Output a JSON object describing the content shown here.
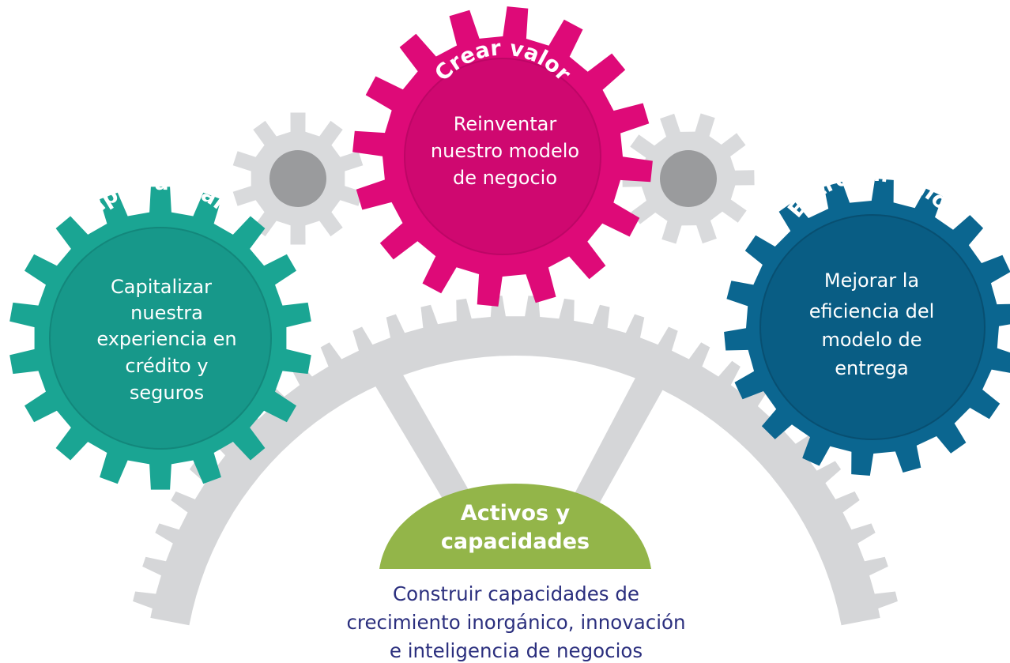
{
  "colors": {
    "teal": "#1aa593",
    "teal_inner": "#17988a",
    "magenta": "#de0a78",
    "magenta_inner": "#cf0870",
    "blue": "#0b6690",
    "blue_inner": "#095d84",
    "green": "#93b549",
    "gray_gear": "#d9dadc",
    "gray_hub": "#9a9b9d",
    "large_gear": "#d5d6d8",
    "caption": "#2b2f7e"
  },
  "gears": {
    "capture": {
      "title": "Capturar valor",
      "lines": [
        "Capitalizar",
        "nuestra",
        "experiencia en",
        "crédito y",
        "seguros"
      ],
      "icon": "gear-icon"
    },
    "create": {
      "title": "Crear valor",
      "lines": [
        "Reinventar",
        "nuestro modelo",
        "de negocio"
      ],
      "icon": "gear-icon"
    },
    "deliver": {
      "title": "Entregar valor",
      "lines": [
        "Mejorar la",
        "eficiencia del",
        "modelo de",
        "entrega"
      ],
      "icon": "gear-icon"
    }
  },
  "base": {
    "title_lines": [
      "Activos y",
      "capacidades"
    ],
    "caption_lines": [
      "Construir capacidades de",
      "crecimiento inorgánico, innovación",
      "e inteligencia de negocios"
    ]
  }
}
